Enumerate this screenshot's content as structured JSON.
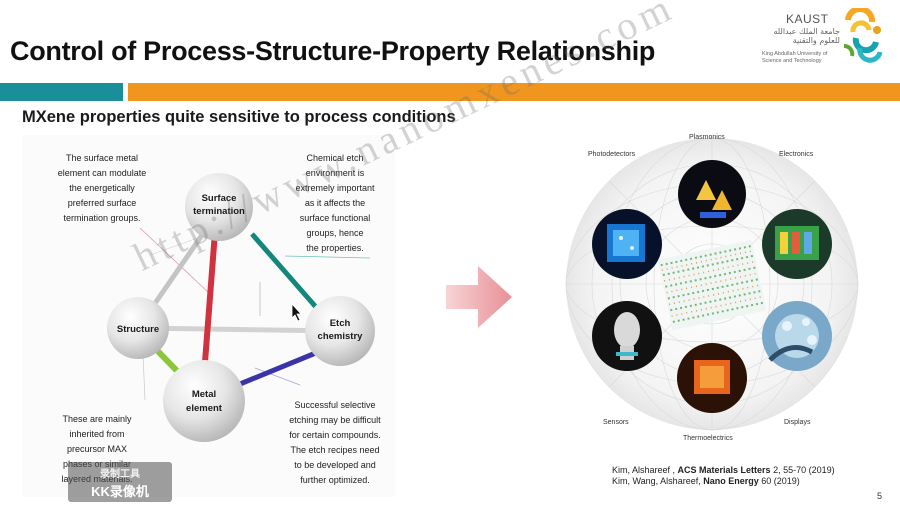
{
  "title": "Control of Process-Structure-Property Relationship",
  "logo": {
    "name": "KAUST",
    "arabic": "جامعة الملك عبدالله للعلوم والتقنية",
    "english": "King Abdullah University of Science and Technology"
  },
  "subtitle": "MXene properties quite sensitive to process conditions",
  "diagram": {
    "nodes": {
      "surface": [
        "Surface",
        "termination"
      ],
      "etch": [
        "Etch",
        "chemistry"
      ],
      "structure": [
        "Structure"
      ],
      "metal": [
        "Metal",
        "element"
      ]
    },
    "notes": {
      "top_left": [
        "The surface metal",
        "element can modulate",
        "the energetically",
        "preferred surface",
        "termination groups."
      ],
      "top_right": [
        "Chemical etch",
        "environment is",
        "extremely important",
        "as it affects  the",
        "surface functional",
        "groups, hence",
        "the properties."
      ],
      "bottom_left": [
        "These are mainly",
        "inherited from",
        "precursor MAX",
        "phases or similar",
        "layered materials."
      ],
      "bottom_right": [
        "Successful selective",
        "etching may be difficult",
        "for certain compounds.",
        "The etch recipes need",
        "to be developed and",
        "further optimized."
      ]
    },
    "line_colors": {
      "surface_metal": "#d1323f",
      "surface_etch": "#14877c",
      "structure_metal": "#8cc63f",
      "metal_etch": "#3b34a8",
      "grey": "#c4c4c4"
    }
  },
  "applications": {
    "labels": {
      "plasmonics": "Plasmonics",
      "photodetectors": "Photodetectors",
      "electronics": "Electronics",
      "sensors": "Sensors",
      "displays": "Displays",
      "thermoelectrics": "Thermoelectrics"
    }
  },
  "references": [
    {
      "authors": "Kim, Alshareef , ",
      "journal": "ACS Materials Letters",
      "details": " 2, 55-70 (2019)"
    },
    {
      "authors": "Kim, Wang, Alshareef, ",
      "journal": "Nano Energy",
      "details": " 60 (2019)"
    }
  ],
  "page_number": "5",
  "watermark": "http://www.nanomxenes.com",
  "recorder_stamp": {
    "line1": "录制工具",
    "line2": "KK录像机"
  }
}
